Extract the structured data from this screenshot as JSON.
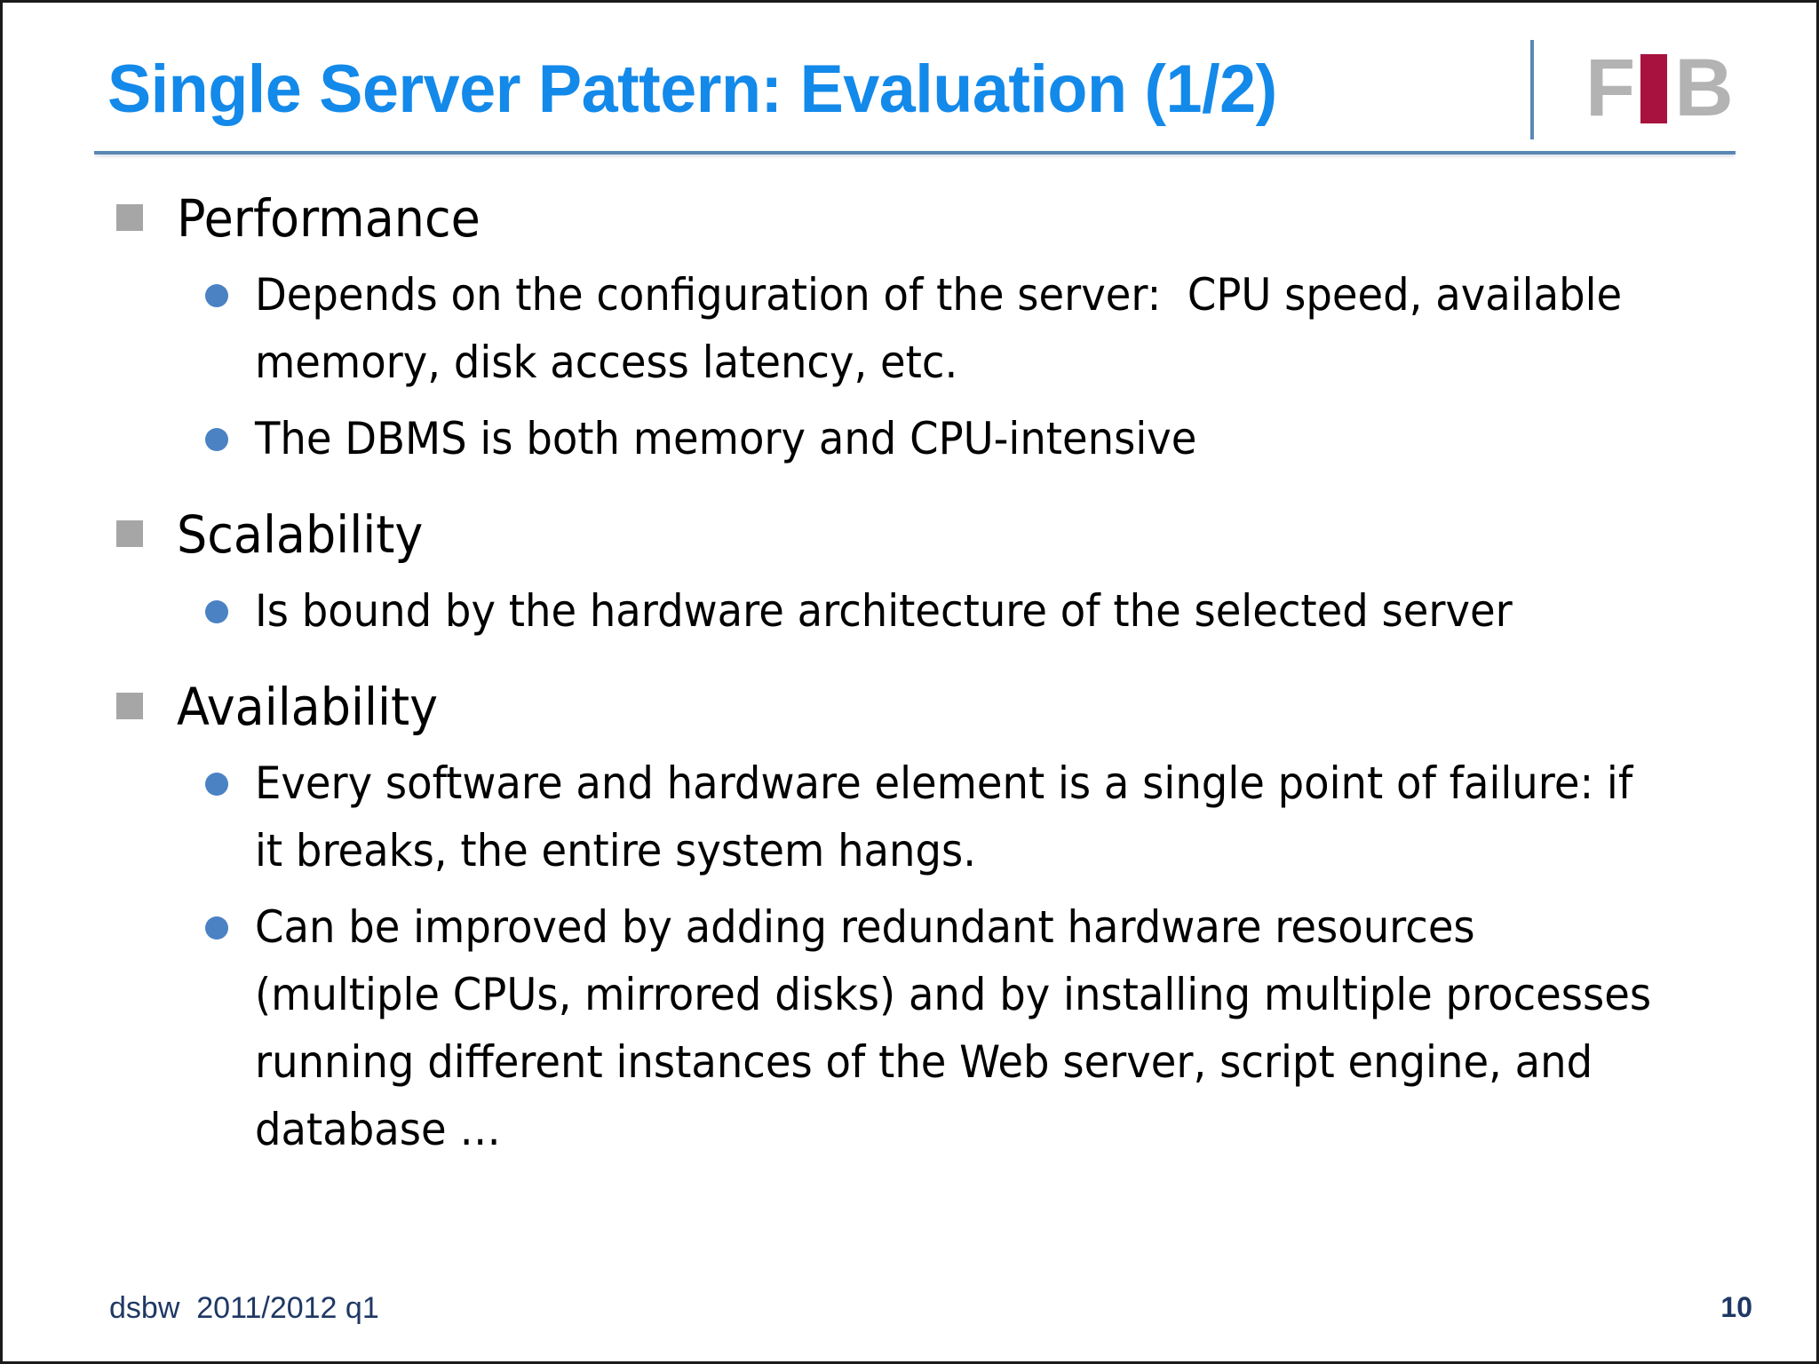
{
  "slide": {
    "title": "Single Server Pattern: Evaluation (1/2)",
    "title_color": "#1389ea",
    "background_color": "#ffffff",
    "rule_color": "#5b87b5"
  },
  "logo": {
    "letter_1": "F",
    "letter_2": "I",
    "letter_3": "B",
    "gray_color": "#b3b3b3",
    "accent_color": "#a8123e"
  },
  "content": {
    "level1_marker_color": "#a6a6a6",
    "level2_marker_color": "#4a82c3",
    "groups": [
      {
        "heading": "Performance",
        "bullets": [
          "Depends on the configuration of the server:  CPU speed, available memory, disk access latency, etc.",
          "The DBMS is both memory and CPU-intensive"
        ]
      },
      {
        "heading": "Scalability",
        "bullets": [
          "Is bound by the hardware architecture of the selected server"
        ]
      },
      {
        "heading": "Availability",
        "bullets": [
          "Every software and hardware element is a single point of failure: if it breaks, the entire system hangs.",
          "Can be improved by adding redundant hardware resources (multiple CPUs, mirrored disks) and by installing multiple processes running different instances of the Web server, script engine, and database …"
        ]
      }
    ]
  },
  "footer": {
    "left_text": "dsbw  2011/2012 q1",
    "page_number": "10",
    "text_color": "#1f3864"
  }
}
